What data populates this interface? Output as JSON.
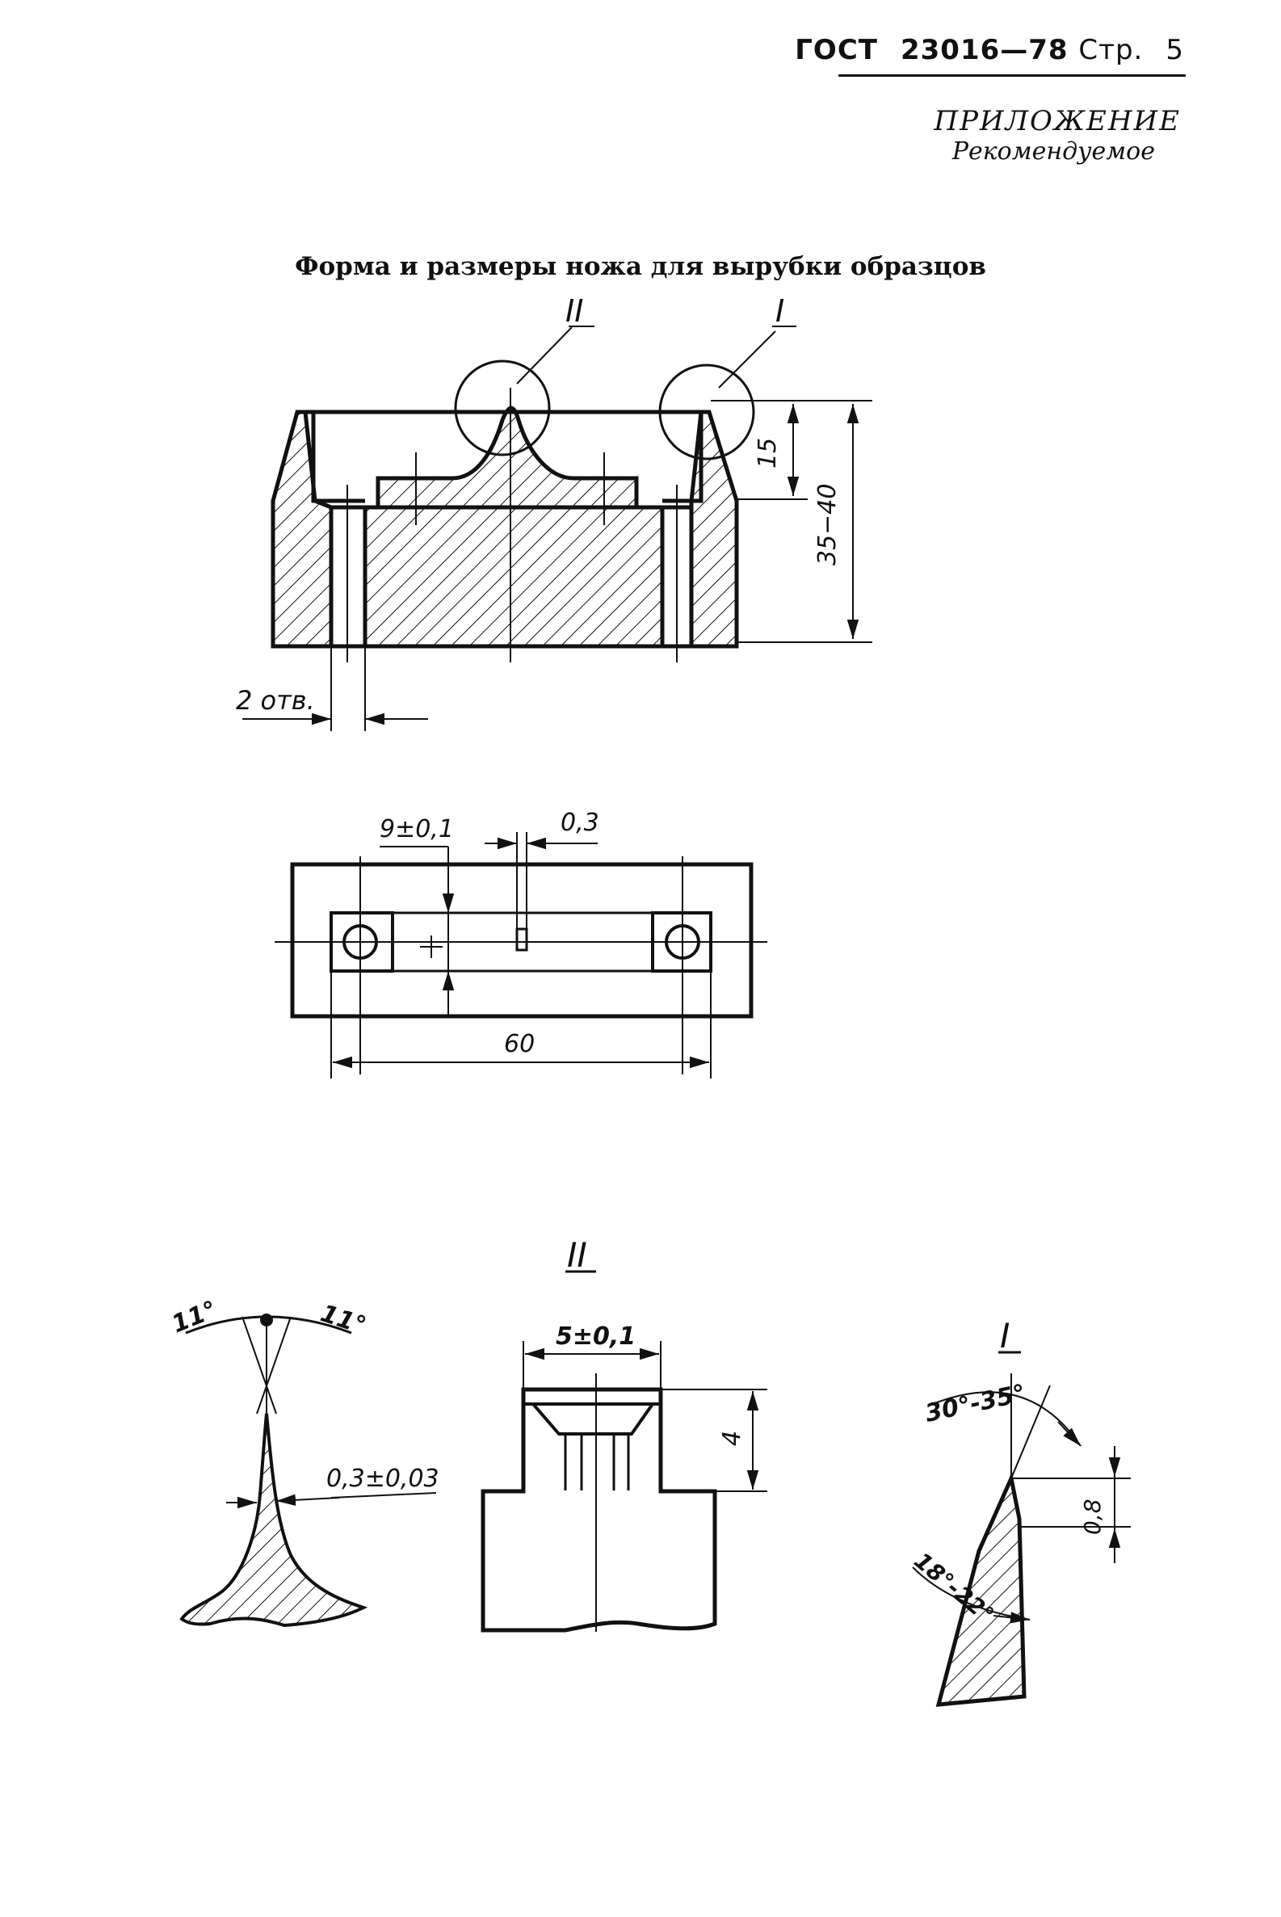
{
  "header": {
    "gost": "ГОСТ",
    "number": "23016—78",
    "page_label": "Стр.",
    "page_number": "5"
  },
  "appendix": {
    "title": "ПРИЛОЖЕНИЕ",
    "subtitle": "Рекомендуемое"
  },
  "figure_title": "Форма и размеры ножа для вырубки образцов",
  "views": {
    "callout_ii": "II",
    "callout_i": "I",
    "dim_15": "15",
    "dim_35_40": "35−40",
    "holes_note": "2 отв.",
    "dim_9": "9±0,1",
    "dim_0_3": "0,3",
    "dim_60": "60",
    "detail_ii_title": "II",
    "angle_left": "11°",
    "angle_right": "11°",
    "dim_blade": "0,3±0,03",
    "dim_5": "5±0,1",
    "dim_4": "4",
    "detail_i_title": "I",
    "angle_30_35": "30°-35°",
    "dim_0_8": "0,8",
    "angle_18_22": "18°-22°"
  },
  "colors": {
    "ink": "#111111",
    "paper": "#ffffff"
  }
}
